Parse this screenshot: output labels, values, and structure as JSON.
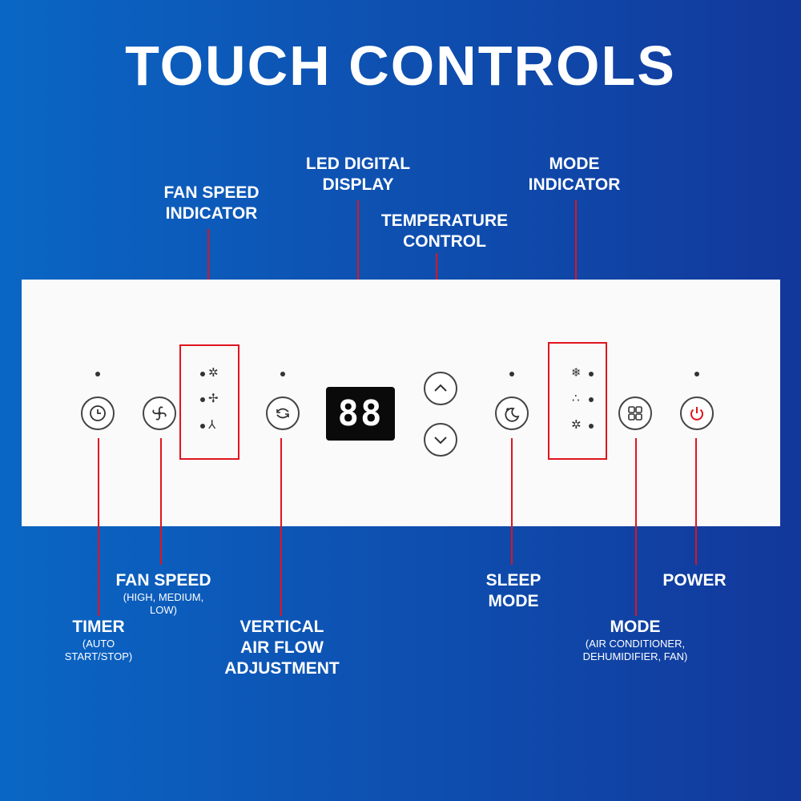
{
  "title": "TOUCH CONTROLS",
  "labels": {
    "fan_speed_indicator": [
      "FAN SPEED",
      "INDICATOR"
    ],
    "led_display": [
      "LED DIGITAL",
      "DISPLAY"
    ],
    "temperature_control": [
      "TEMPERATURE",
      "CONTROL"
    ],
    "mode_indicator": [
      "MODE",
      "INDICATOR"
    ],
    "fan_speed": {
      "title": "FAN SPEED",
      "sub": [
        "(HIGH, MEDIUM,",
        "LOW)"
      ]
    },
    "timer": {
      "title": "TIMER",
      "sub": [
        "(AUTO",
        "START/STOP)"
      ]
    },
    "vertical_air_flow": [
      "VERTICAL",
      "AIR FLOW",
      "ADJUSTMENT"
    ],
    "sleep_mode": [
      "SLEEP",
      "MODE"
    ],
    "power": "POWER",
    "mode": {
      "title": "MODE",
      "sub": [
        "(AIR CONDITIONER,",
        "DEHUMIDIFIER, FAN)"
      ]
    }
  },
  "display": {
    "digits": "88"
  },
  "icons": {
    "timer": "clock-icon",
    "fan_speed": "fan-icon",
    "air_flow": "swing-icon",
    "temp_up": "chevron-up-icon",
    "temp_down": "chevron-down-icon",
    "sleep": "moon-icon",
    "mode": "grid-icon",
    "power": "power-icon",
    "mode_ac": "snowflake-icon",
    "mode_dehumidifier": "droplets-icon",
    "mode_fan": "fan-icon"
  },
  "colors": {
    "background_start": "#0a66c4",
    "background_end": "#13379b",
    "panel": "#fafafa",
    "highlight": "#e0141e",
    "power_icon": "#e0141e",
    "led_background": "#0a0a0a",
    "led_segments": "#ffffff"
  }
}
